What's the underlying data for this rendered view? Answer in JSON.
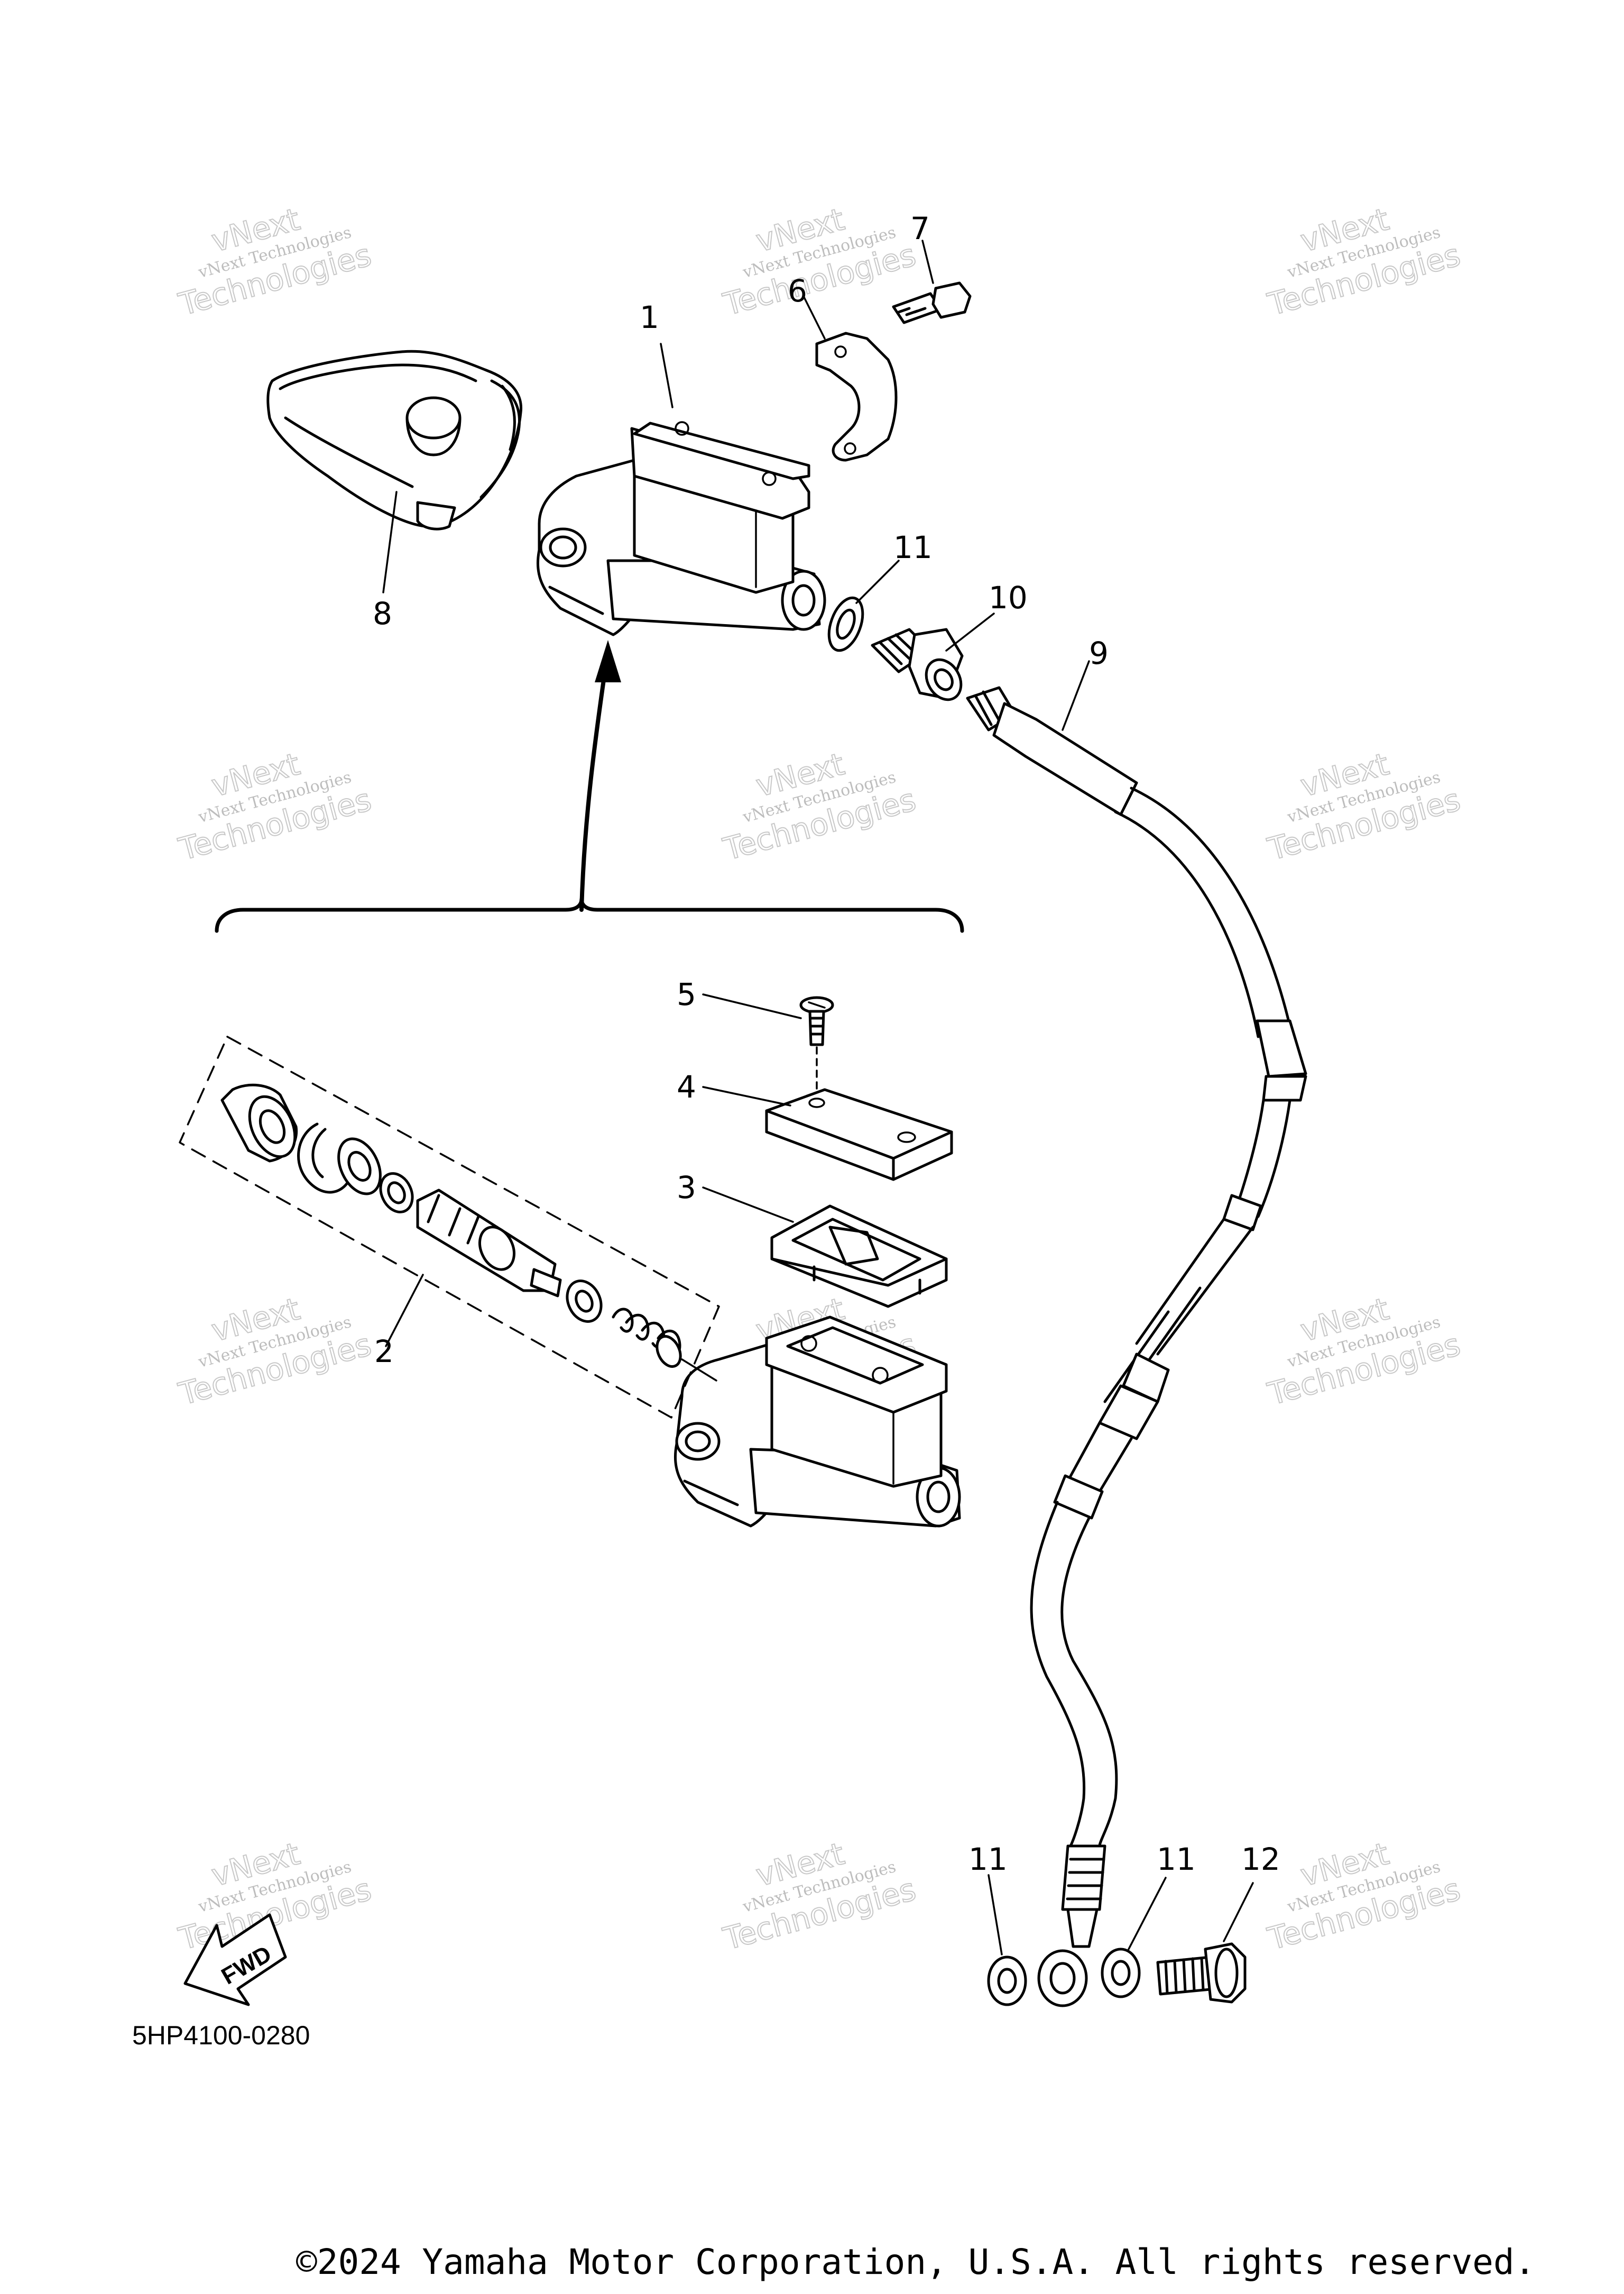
{
  "diagram": {
    "code": "5HP4100-0280",
    "copyright": "©2024 Yamaha Motor Corporation, U.S.A. All rights reserved.",
    "fwd_label": "FWD",
    "watermark": {
      "line1": "vNext Technologies",
      "line2": "Technologies",
      "line3": "vNext"
    },
    "callouts": [
      {
        "id": "c1",
        "label": "1"
      },
      {
        "id": "c2",
        "label": "2"
      },
      {
        "id": "c3",
        "label": "3"
      },
      {
        "id": "c4",
        "label": "4"
      },
      {
        "id": "c5",
        "label": "5"
      },
      {
        "id": "c6",
        "label": "6"
      },
      {
        "id": "c7",
        "label": "7"
      },
      {
        "id": "c8",
        "label": "8"
      },
      {
        "id": "c9",
        "label": "9"
      },
      {
        "id": "c10",
        "label": "10"
      },
      {
        "id": "c11a",
        "label": "11"
      },
      {
        "id": "c11b",
        "label": "11"
      },
      {
        "id": "c11c",
        "label": "11"
      },
      {
        "id": "c12",
        "label": "12"
      }
    ]
  }
}
